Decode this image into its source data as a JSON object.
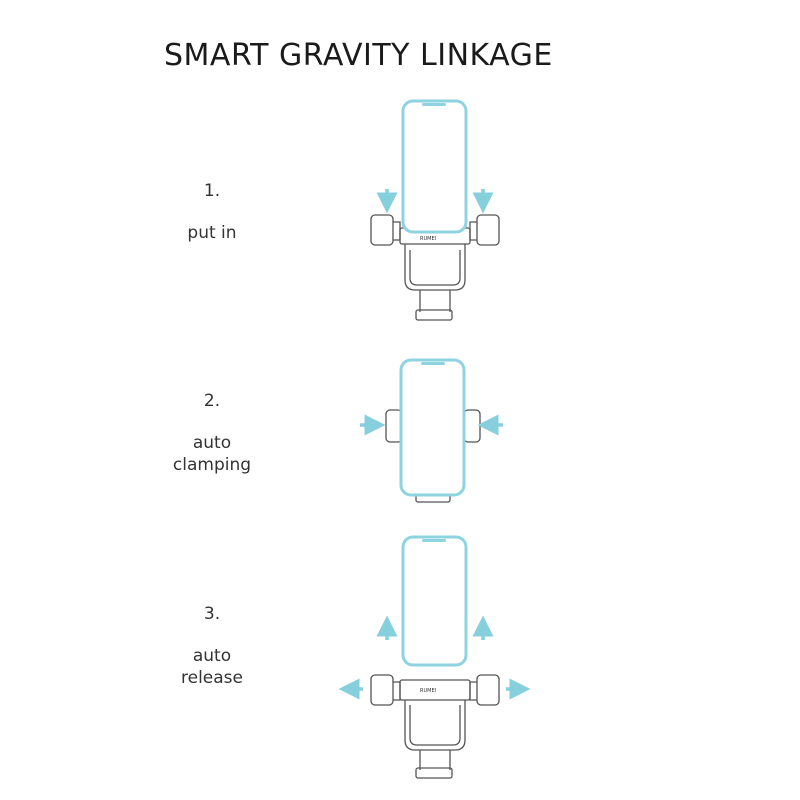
{
  "title": "SMART GRAVITY LINKAGE",
  "steps": [
    {
      "number": "1.",
      "label_line1": "put in",
      "label_line2": ""
    },
    {
      "number": "2.",
      "label_line1": "auto",
      "label_line2": "clamping"
    },
    {
      "number": "3.",
      "label_line1": "auto",
      "label_line2": "release"
    }
  ],
  "brand_text": "RUMEI",
  "colors": {
    "phone": "#8ed3e0",
    "arrow": "#86cfdd",
    "holder": "#555555"
  }
}
